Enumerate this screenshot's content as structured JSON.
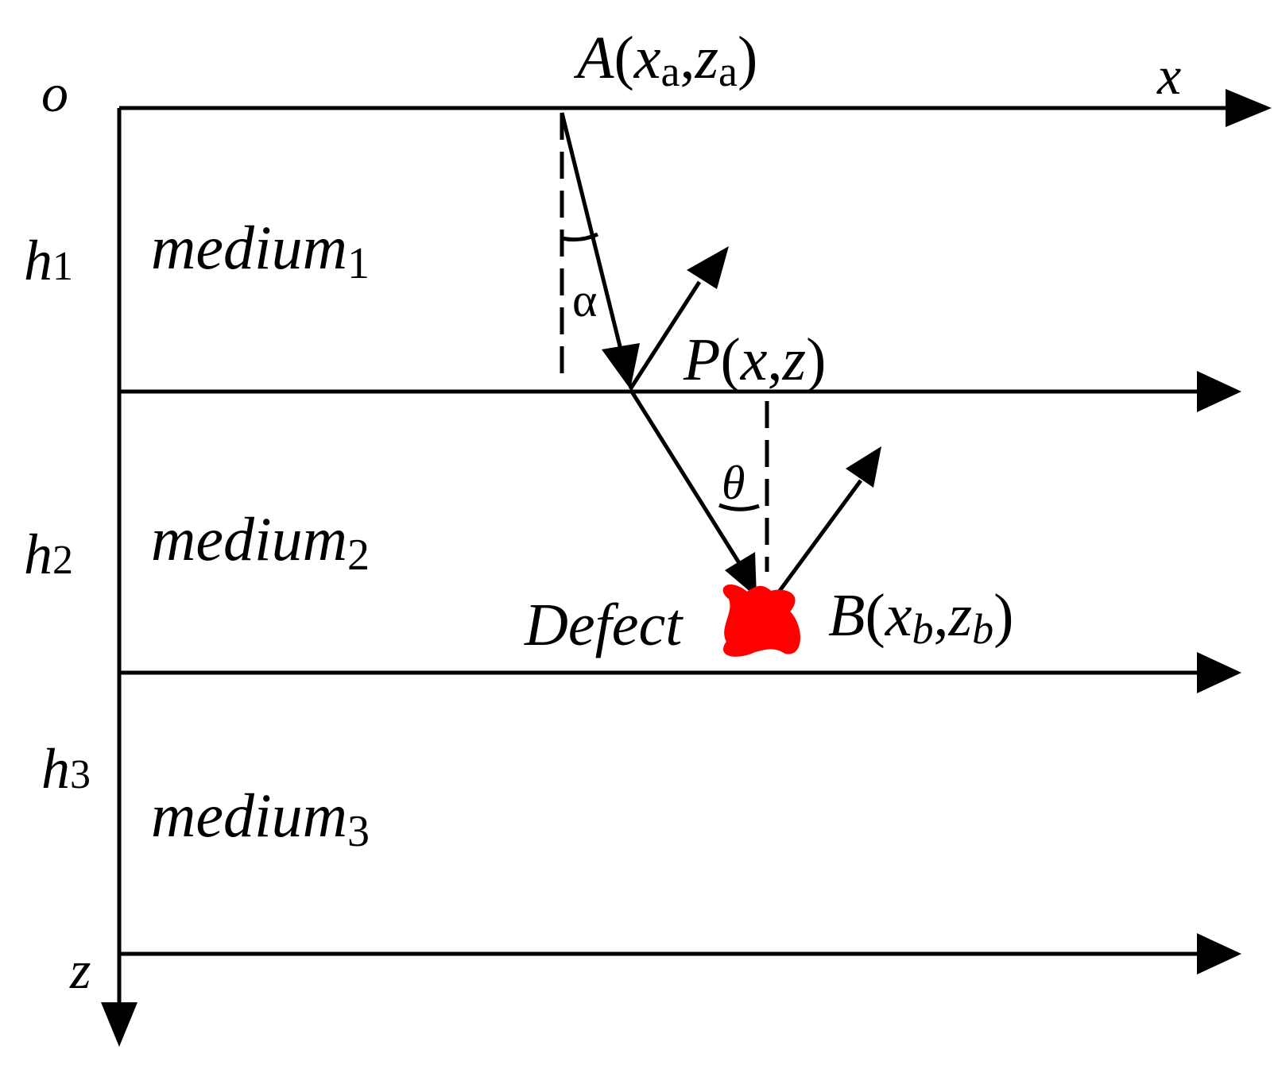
{
  "diagram": {
    "axes": {
      "origin_label": "o",
      "x_label": "x",
      "z_label": "z"
    },
    "layers": [
      {
        "thickness_label_base": "h",
        "thickness_label_sub": "1",
        "medium_base": "medium",
        "medium_sub": "1"
      },
      {
        "thickness_label_base": "h",
        "thickness_label_sub": "2",
        "medium_base": "medium",
        "medium_sub": "2"
      },
      {
        "thickness_label_base": "h",
        "thickness_label_sub": "3",
        "medium_base": "medium",
        "medium_sub": "3"
      }
    ],
    "points": {
      "source": {
        "letter": "A",
        "x": "x",
        "x_sub": "a",
        "z": "z",
        "z_sub": "a"
      },
      "refraction": {
        "letter": "P",
        "x": "x",
        "z": "z"
      },
      "defect": {
        "letter": "B",
        "x": "x",
        "x_sub": "b",
        "z": "z",
        "z_sub": "b",
        "label": "Defect"
      }
    },
    "angles": {
      "incidence": "α",
      "refraction": "θ"
    },
    "colors": {
      "lines": "#000000",
      "defect": "#ff0000"
    }
  }
}
